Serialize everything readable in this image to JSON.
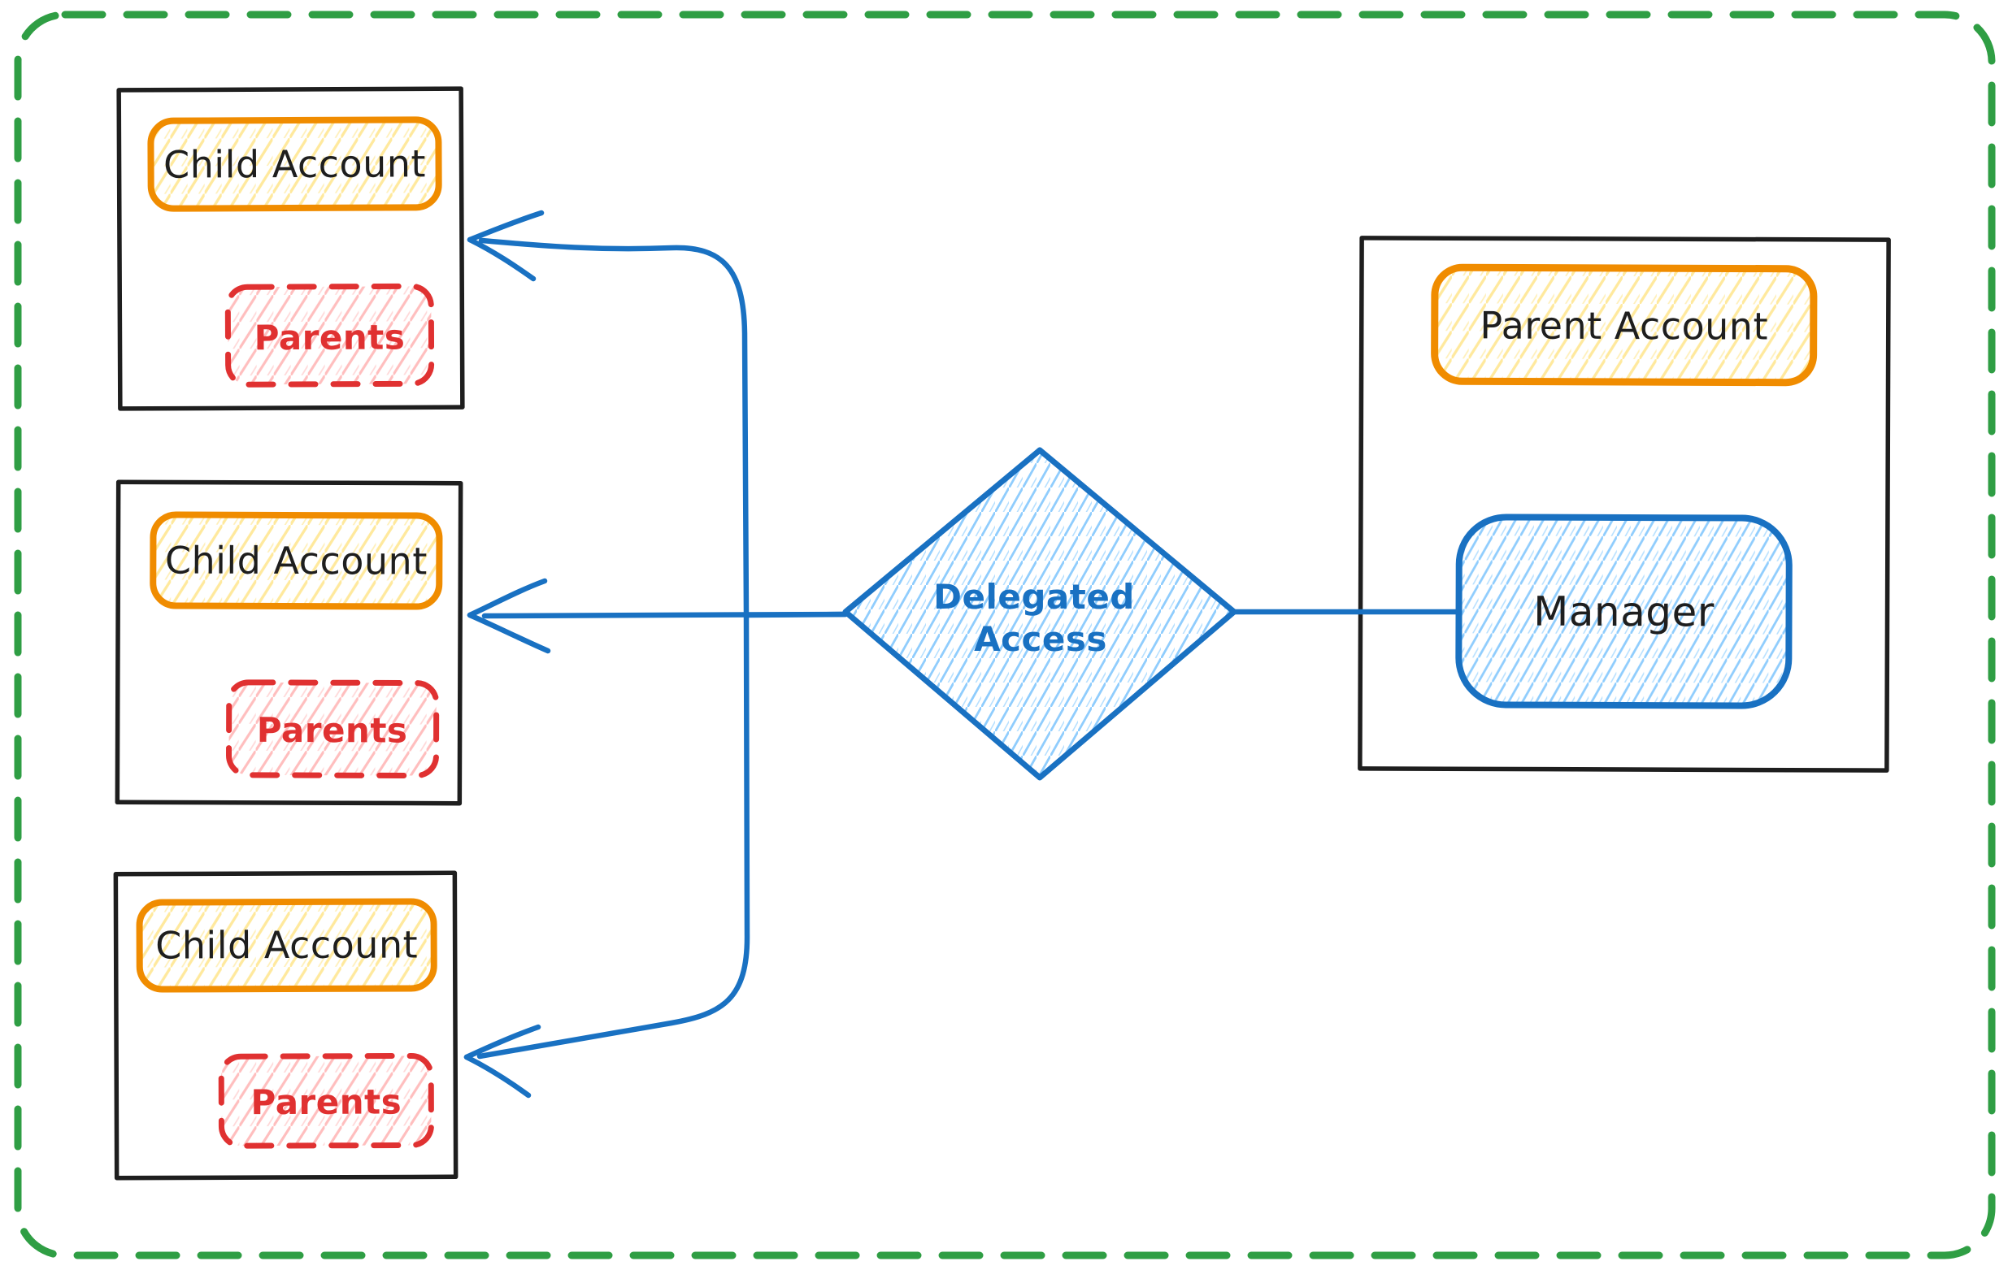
{
  "diagram": {
    "children": [
      {
        "title": "Child Account",
        "chip": "Parents"
      },
      {
        "title": "Child Account",
        "chip": "Parents"
      },
      {
        "title": "Child Account",
        "chip": "Parents"
      }
    ],
    "decision": {
      "line1": "Delegated",
      "line2": "Access"
    },
    "parent": {
      "title": "Parent Account",
      "manager": "Manager"
    }
  },
  "colors": {
    "background": "#ffffff",
    "canvas_border_green": "#2f9e44",
    "box_stroke_black": "#1e1e1e",
    "accent_blue": "#1971c2",
    "hatch_light_blue": "#74c0fc",
    "accent_orange": "#f08c00",
    "hatch_yellow": "#ffd43b",
    "accent_red": "#e03131",
    "hatch_light_red": "#ffa8a8",
    "text_dark": "#1e1e1e"
  }
}
